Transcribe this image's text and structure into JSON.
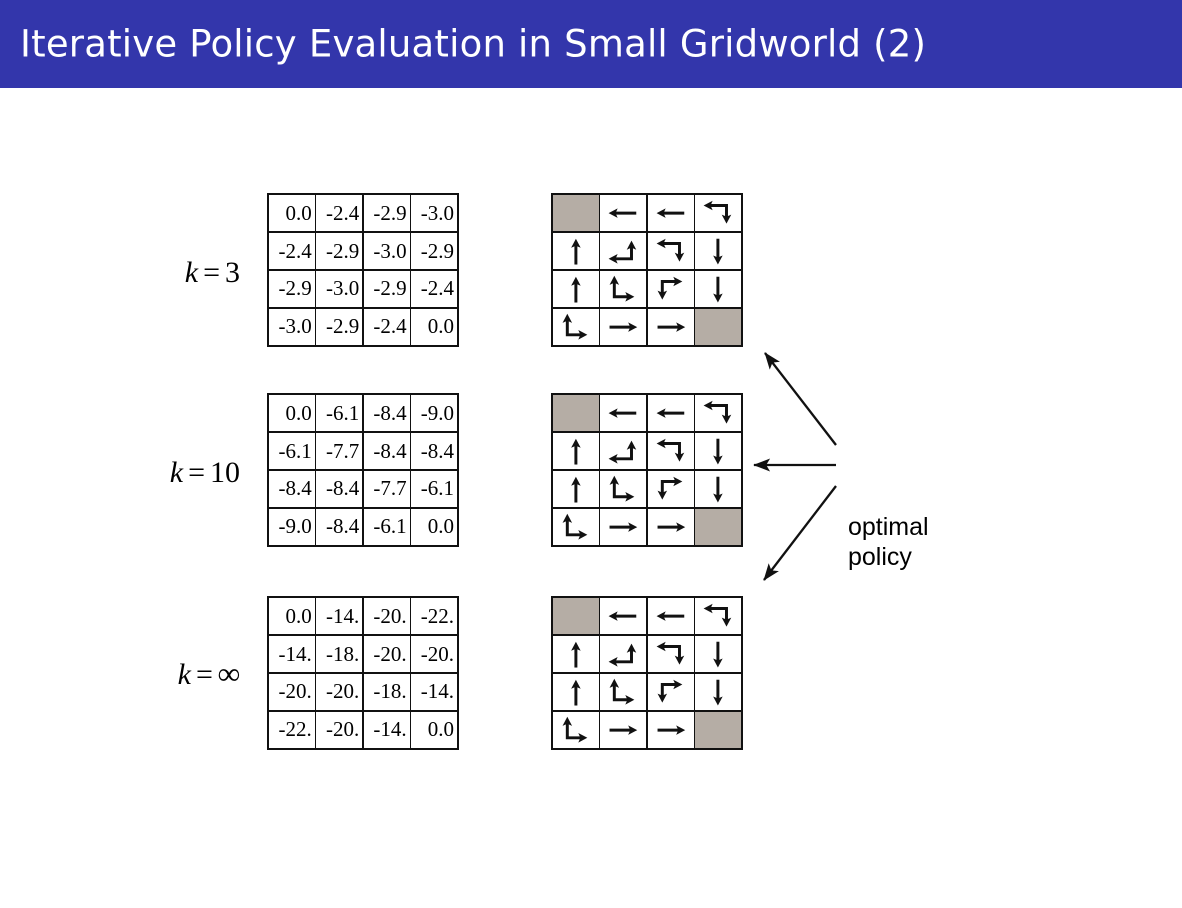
{
  "slide": {
    "title": "Iterative Policy Evaluation in Small Gridworld (2)",
    "title_bar_color": "#3336ab",
    "title_text_color": "#ffffff",
    "background_color": "#ffffff"
  },
  "annotation": {
    "optimal_policy_line1": "optimal",
    "optimal_policy_line2": "policy",
    "arrow_count": 3
  },
  "legend": {
    "terminal_cell_color": "#b5ada5",
    "grid_line_color": "#111111"
  },
  "rows": [
    {
      "k_var": "k",
      "k_eq": "=",
      "k_value": "3",
      "k_is_infinity": false,
      "values": [
        [
          "0.0",
          "-2.4",
          "-2.9",
          "-3.0"
        ],
        [
          "-2.4",
          "-2.9",
          "-3.0",
          "-2.9"
        ],
        [
          "-2.9",
          "-3.0",
          "-2.9",
          "-2.4"
        ],
        [
          "-3.0",
          "-2.9",
          "-2.4",
          "0.0"
        ]
      ],
      "terminals": [
        [
          0,
          0
        ],
        [
          3,
          3
        ]
      ],
      "policy": [
        [
          "terminal",
          "left",
          "left",
          "left-down"
        ],
        [
          "up",
          "left-up",
          "left-down",
          "down"
        ],
        [
          "up",
          "up-right",
          "right-down",
          "down"
        ],
        [
          "up-right",
          "right",
          "right",
          "terminal"
        ]
      ]
    },
    {
      "k_var": "k",
      "k_eq": "=",
      "k_value": "10",
      "k_is_infinity": false,
      "values": [
        [
          "0.0",
          "-6.1",
          "-8.4",
          "-9.0"
        ],
        [
          "-6.1",
          "-7.7",
          "-8.4",
          "-8.4"
        ],
        [
          "-8.4",
          "-8.4",
          "-7.7",
          "-6.1"
        ],
        [
          "-9.0",
          "-8.4",
          "-6.1",
          "0.0"
        ]
      ],
      "terminals": [
        [
          0,
          0
        ],
        [
          3,
          3
        ]
      ],
      "policy": [
        [
          "terminal",
          "left",
          "left",
          "left-down"
        ],
        [
          "up",
          "left-up",
          "left-down",
          "down"
        ],
        [
          "up",
          "up-right",
          "right-down",
          "down"
        ],
        [
          "up-right",
          "right",
          "right",
          "terminal"
        ]
      ]
    },
    {
      "k_var": "k",
      "k_eq": "=",
      "k_value": "∞",
      "k_is_infinity": true,
      "values": [
        [
          "0.0",
          "-14.",
          "-20.",
          "-22."
        ],
        [
          "-14.",
          "-18.",
          "-20.",
          "-20."
        ],
        [
          "-20.",
          "-20.",
          "-18.",
          "-14."
        ],
        [
          "-22.",
          "-20.",
          "-14.",
          "0.0"
        ]
      ],
      "terminals": [
        [
          0,
          0
        ],
        [
          3,
          3
        ]
      ],
      "policy": [
        [
          "terminal",
          "left",
          "left",
          "left-down"
        ],
        [
          "up",
          "left-up",
          "left-down",
          "down"
        ],
        [
          "up",
          "up-right",
          "right-down",
          "down"
        ],
        [
          "up-right",
          "right",
          "right",
          "terminal"
        ]
      ]
    }
  ],
  "chart_data": {
    "type": "table",
    "title": "Iterative Policy Evaluation in Small Gridworld (2)",
    "description": "State-value function v_k and greedy policy for a 4x4 gridworld at iterations k=3, k=10 and k=infinity.",
    "iterations": [
      "3",
      "10",
      "∞"
    ],
    "grid_shape": [
      4,
      4
    ],
    "terminal_states": [
      [
        0,
        0
      ],
      [
        3,
        3
      ]
    ],
    "value_tables": [
      {
        "k": "3",
        "values": [
          [
            0.0,
            -2.4,
            -2.9,
            -3.0
          ],
          [
            -2.4,
            -2.9,
            -3.0,
            -2.9
          ],
          [
            -2.9,
            -3.0,
            -2.9,
            -2.4
          ],
          [
            -3.0,
            -2.9,
            -2.4,
            0.0
          ]
        ]
      },
      {
        "k": "10",
        "values": [
          [
            0.0,
            -6.1,
            -8.4,
            -9.0
          ],
          [
            -6.1,
            -7.7,
            -8.4,
            -8.4
          ],
          [
            -8.4,
            -8.4,
            -7.7,
            -6.1
          ],
          [
            -9.0,
            -8.4,
            -6.1,
            0.0
          ]
        ]
      },
      {
        "k": "∞",
        "values": [
          [
            0.0,
            -14.0,
            -20.0,
            -22.0
          ],
          [
            -14.0,
            -18.0,
            -20.0,
            -20.0
          ],
          [
            -20.0,
            -20.0,
            -18.0,
            -14.0
          ],
          [
            -22.0,
            -20.0,
            -14.0,
            0.0
          ]
        ]
      }
    ],
    "policy_grid": [
      [
        "terminal",
        "left",
        "left",
        "left-down"
      ],
      [
        "up",
        "left-up",
        "left-down",
        "down"
      ],
      [
        "up",
        "up-right",
        "right-down",
        "down"
      ],
      [
        "up-right",
        "right",
        "right",
        "terminal"
      ]
    ]
  }
}
